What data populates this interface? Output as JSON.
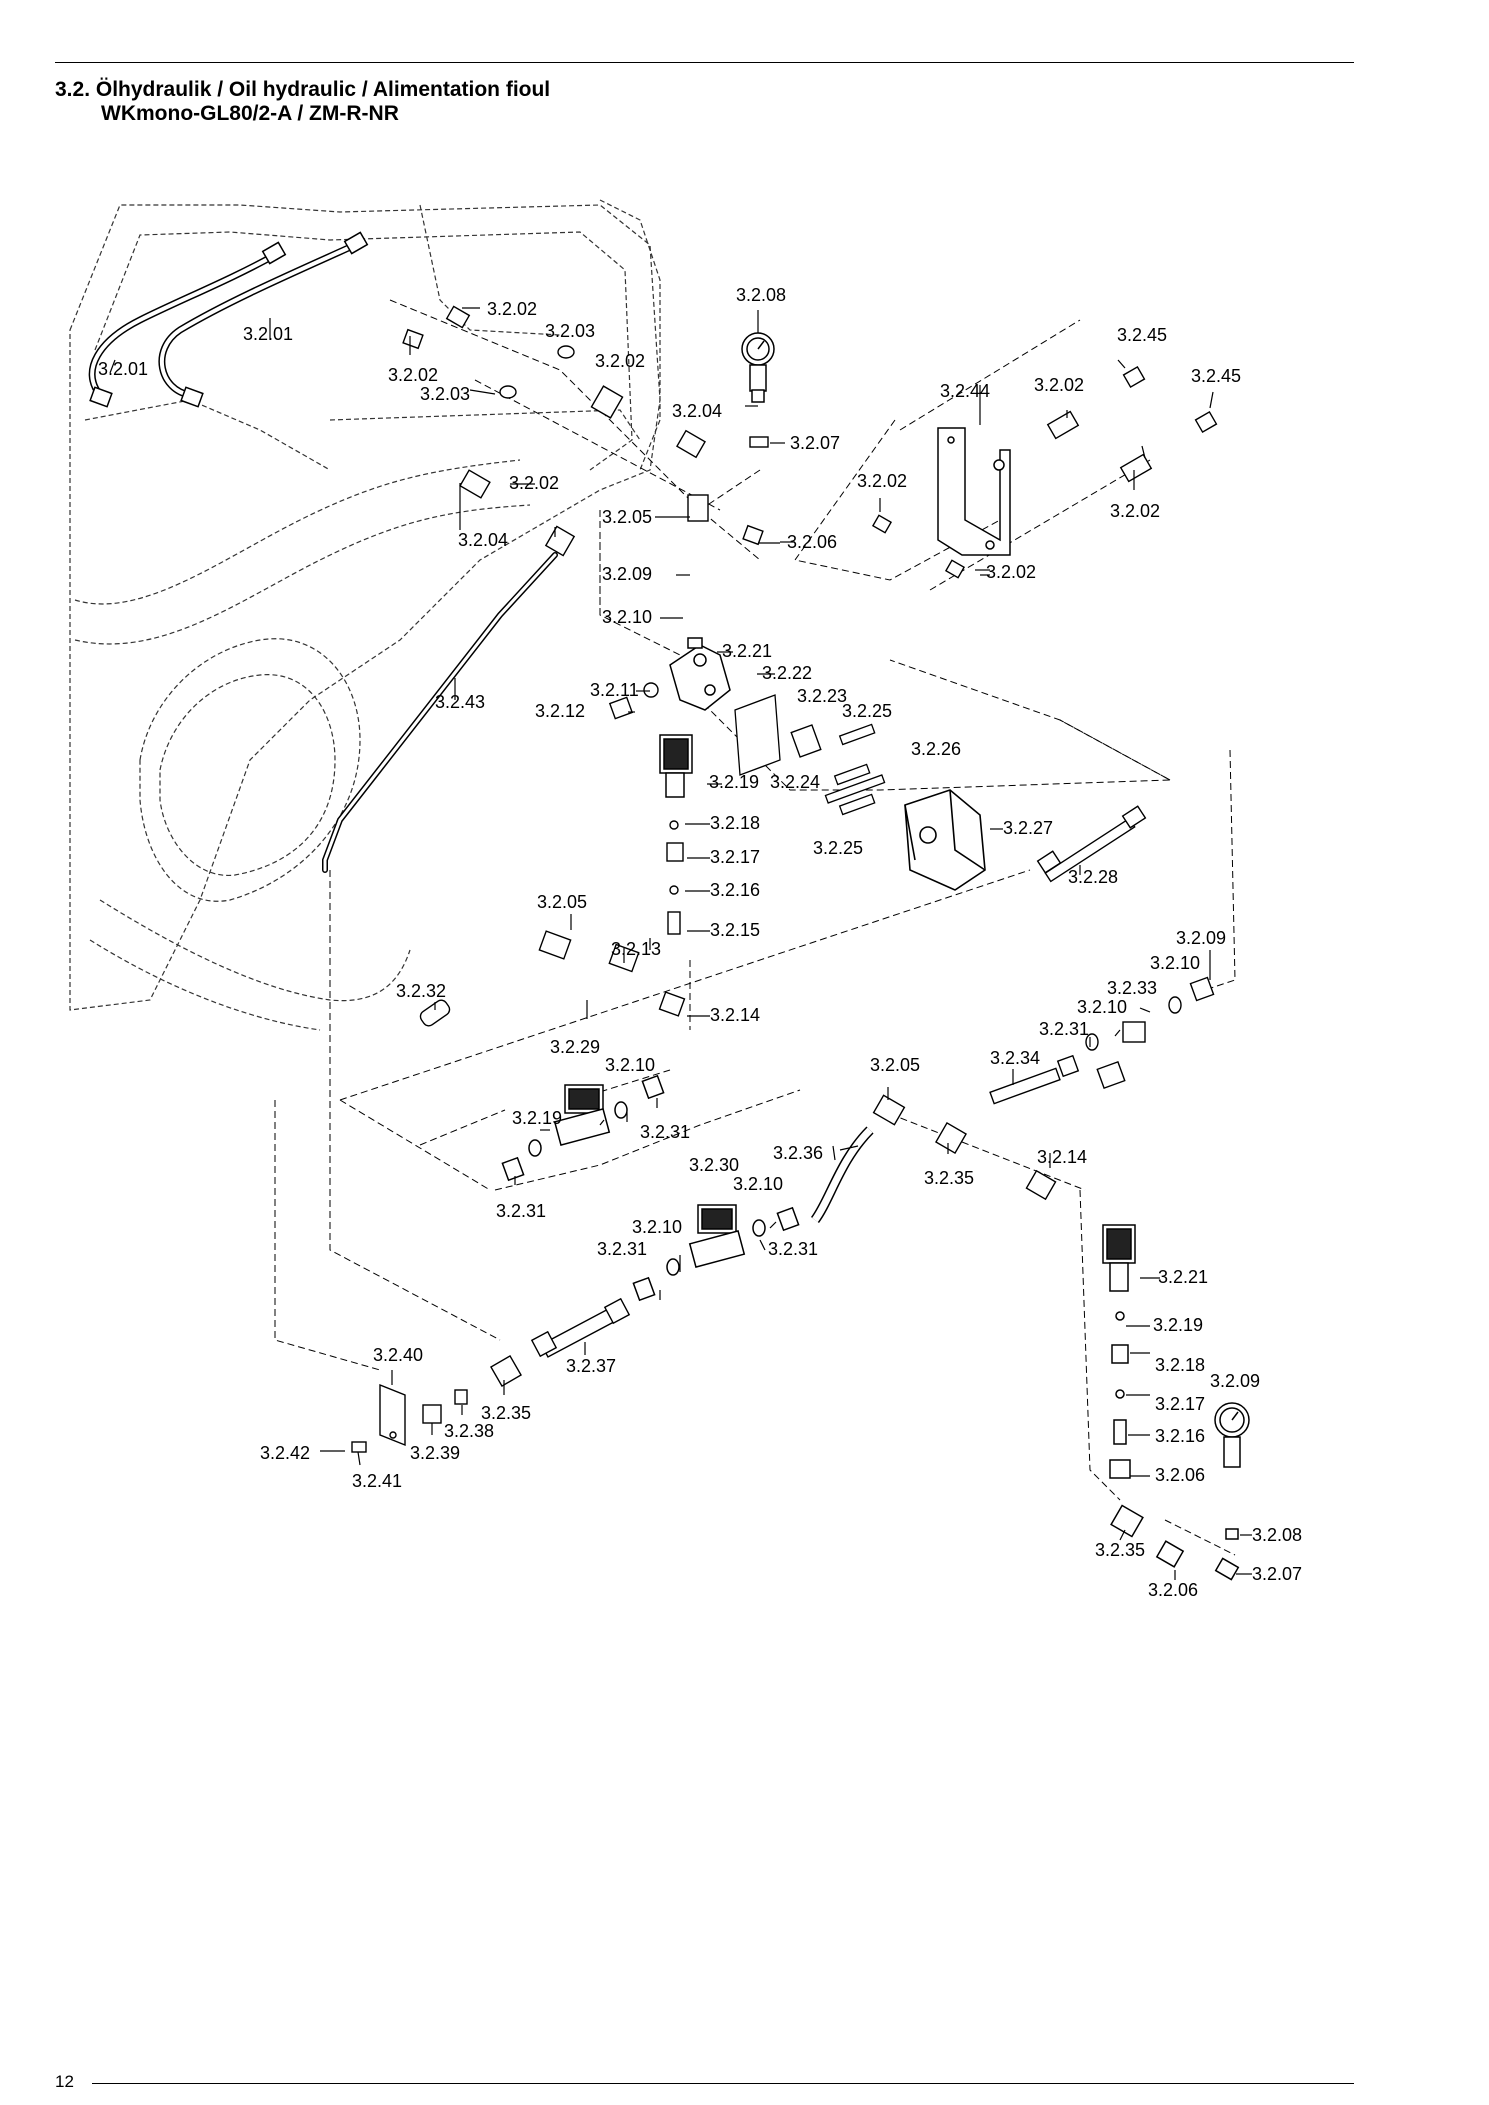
{
  "header": {
    "title_line1": "3.2. Ölhydraulik / Oil hydraulic / Alimentation fioul",
    "title_line2": "WKmono-GL80/2-A / ZM-R-NR"
  },
  "footer": {
    "page_number": "12"
  },
  "diagram": {
    "part_labels": [
      "3.2.01",
      "3.2.01",
      "3.2.02",
      "3.2.03",
      "3.2.02",
      "3.2.02",
      "3.2.03",
      "3.2.08",
      "3.2.04",
      "3.2.07",
      "3.2.45",
      "3.2.45",
      "3.2.44",
      "3.2.02",
      "3.2.02",
      "3.2.02",
      "3.2.02",
      "3.2.02",
      "3.2.05",
      "3.2.04",
      "3.2.06",
      "3.2.09",
      "3.2.10",
      "3.2.21",
      "3.2.22",
      "3.2.11",
      "3.2.23",
      "3.2.12",
      "3.2.25",
      "3.2.26",
      "3.2.43",
      "3.2.19",
      "3.2.24",
      "3.2.18",
      "3.2.27",
      "3.2.17",
      "3.2.25",
      "3.2.16",
      "3.2.28",
      "3.2.05",
      "3.2.15",
      "3.2.09",
      "3.2.13",
      "3.2.10",
      "3.2.33",
      "3.2.32",
      "3.2.14",
      "3.2.10",
      "3.2.31",
      "3.2.29",
      "3.2.10",
      "3.2.34",
      "3.2.05",
      "3.2.19",
      "3.2.31",
      "3.2.36",
      "3.2.14",
      "3.2.35",
      "3.2.30",
      "3.2.10",
      "3.2.31",
      "3.2.10",
      "3.2.31",
      "3.2.31",
      "3.2.21",
      "3.2.19",
      "3.2.40",
      "3.2.37",
      "3.2.18",
      "3.2.09",
      "3.2.35",
      "3.2.17",
      "3.2.38",
      "3.2.16",
      "3.2.42",
      "3.2.39",
      "3.2.06",
      "3.2.41",
      "3.2.08",
      "3.2.35",
      "3.2.07",
      "3.2.06"
    ]
  }
}
